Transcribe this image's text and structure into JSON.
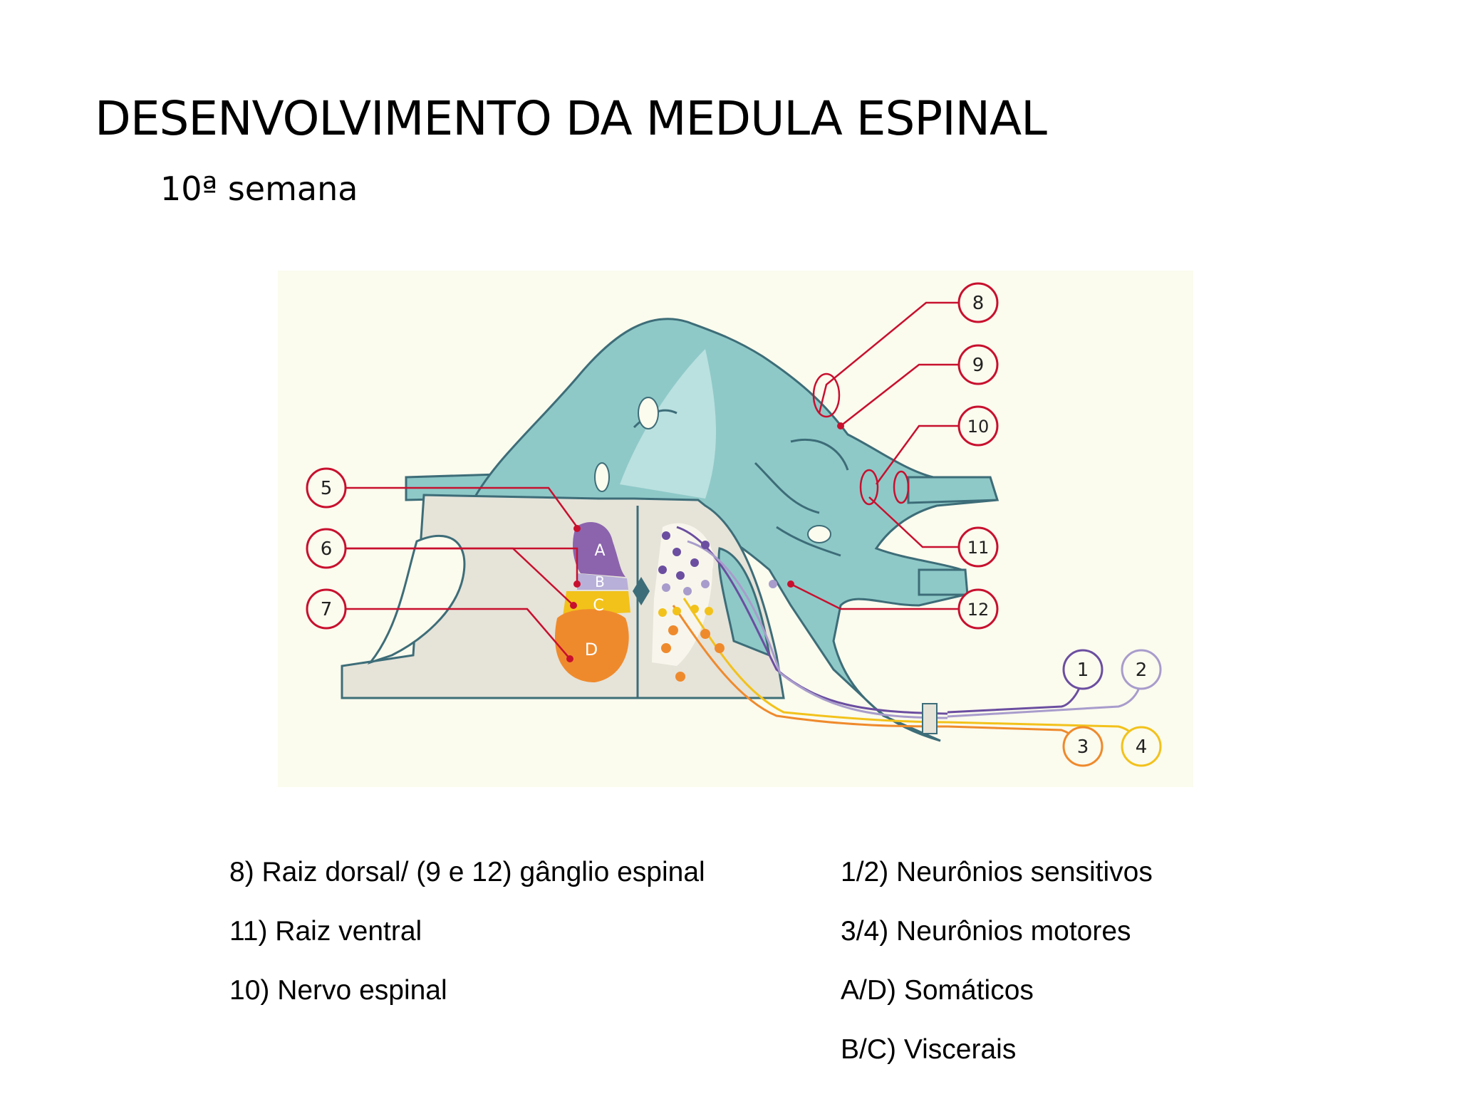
{
  "title": "DESENVOLVIMENTO DA MEDULA ESPINAL",
  "subtitle": "10ª semana",
  "diagram": {
    "region_labels": [
      "A",
      "B",
      "C",
      "D"
    ],
    "callouts": [
      "1",
      "2",
      "3",
      "4",
      "5",
      "6",
      "7",
      "8",
      "9",
      "10",
      "11",
      "12"
    ],
    "colors": {
      "background": "#fbfbee",
      "cord": "#e6e3d9",
      "ganglion": "#8ec9c8",
      "region_a": "#8b64ad",
      "region_b": "#b8b0d8",
      "region_c": "#f2c21b",
      "region_d": "#ef8a2c",
      "callout_red": "#c8102e",
      "fiber_purple": "#6b4ea0",
      "fiber_lavender": "#a89ccc",
      "fiber_orange": "#ef8a2c",
      "fiber_yellow": "#f2c21b"
    }
  },
  "legend": {
    "left": [
      "8) Raiz dorsal/ (9 e 12) gânglio espinal",
      "11) Raiz ventral",
      "10) Nervo espinal"
    ],
    "right": [
      "1/2)  Neurônios sensitivos",
      "3/4)  Neurônios motores",
      "A/D) Somáticos",
      "B/C) Viscerais"
    ]
  }
}
